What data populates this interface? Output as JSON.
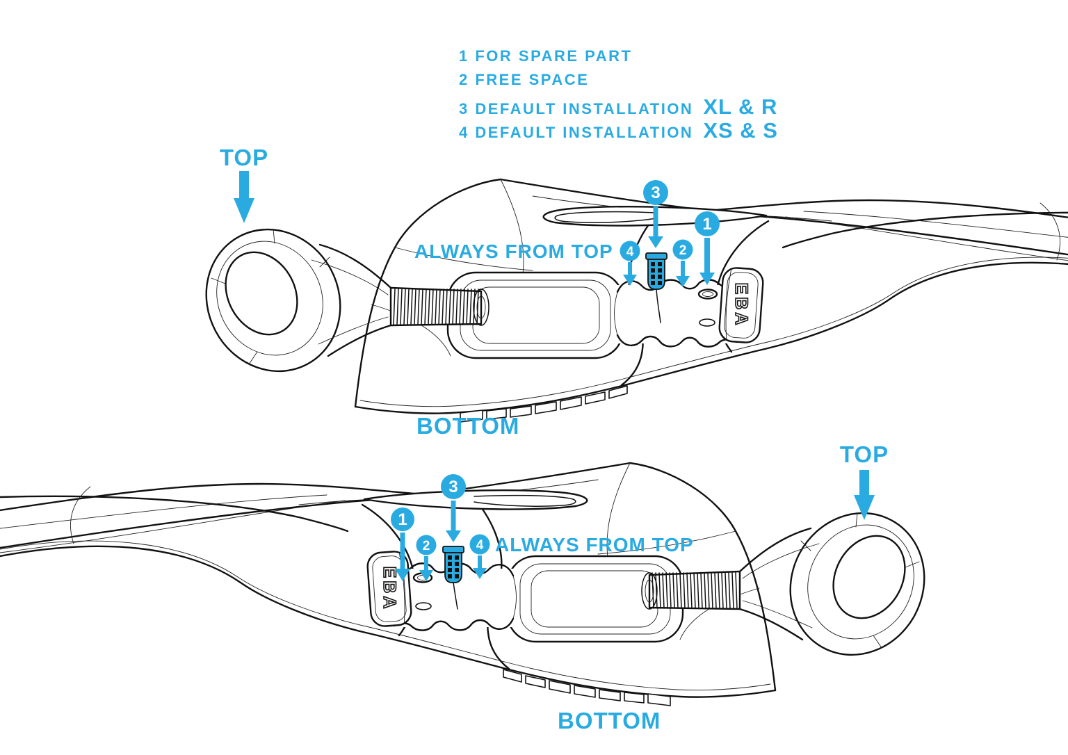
{
  "colors": {
    "accent": "#29ABE2",
    "line": "#111111",
    "background": "#FFFFFF"
  },
  "legend": {
    "items": [
      {
        "label": "1 FOR SPARE PART",
        "suffix": ""
      },
      {
        "label": "2 FREE SPACE",
        "suffix": ""
      },
      {
        "label": "3 DEFAULT INSTALLATION",
        "suffix": "XL & R"
      },
      {
        "label": "4 DEFAULT INSTALLATION",
        "suffix": "XS & S"
      }
    ]
  },
  "labels": {
    "top": "TOP",
    "bottom": "BOTTOM",
    "always_from_top": "ALWAYS FROM TOP",
    "brand": "EBA"
  },
  "callouts": {
    "c1": "1",
    "c2": "2",
    "c3": "3",
    "c4": "4"
  }
}
